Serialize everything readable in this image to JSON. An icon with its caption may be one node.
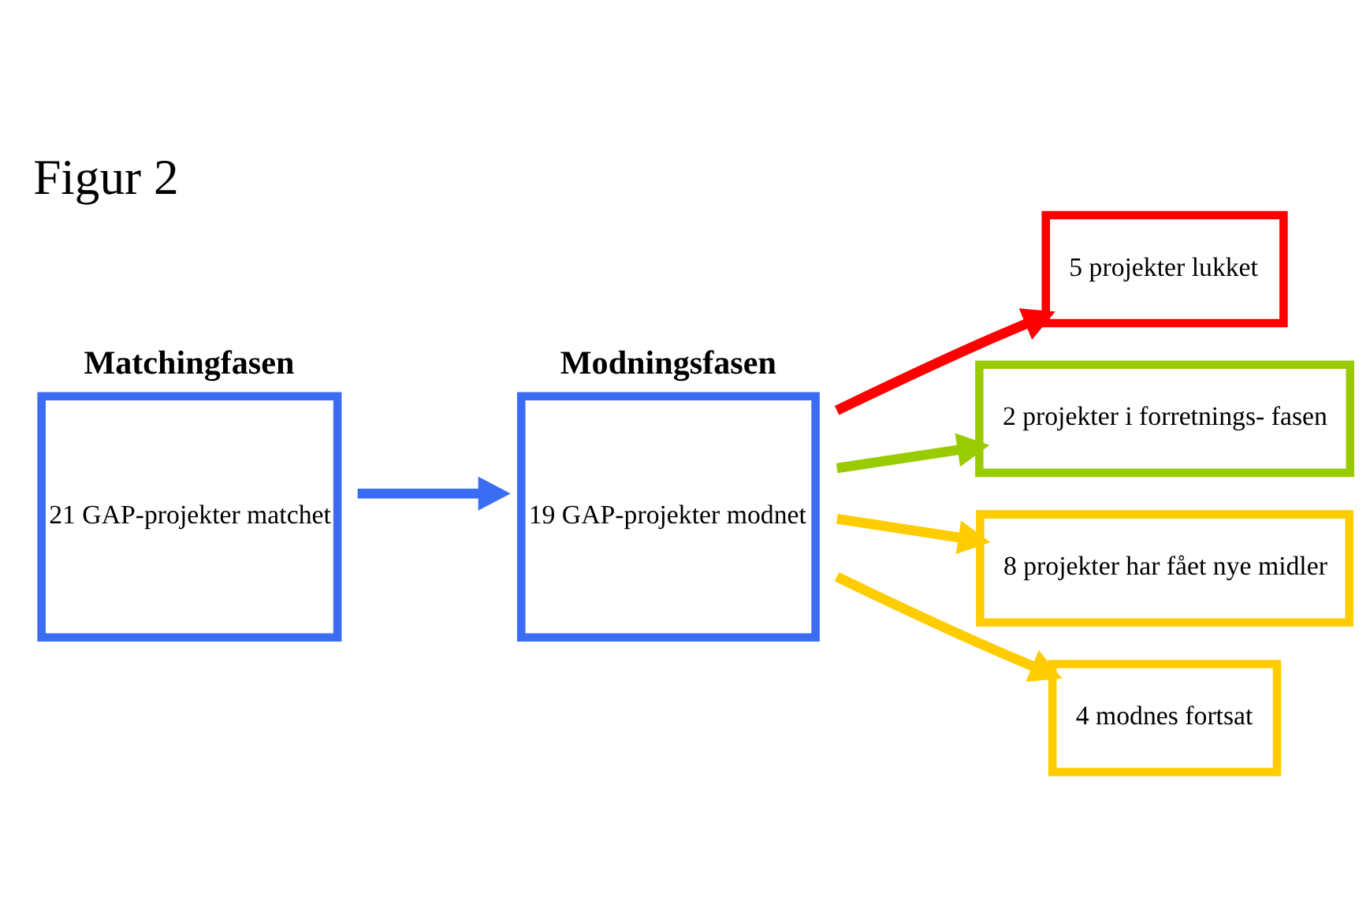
{
  "diagram": {
    "title": "Figur 2",
    "nodes": [
      {
        "text": [
          "Matchingfasen",
          "21 GAP-projekter matchet"
        ]
      },
      {
        "text": [
          "Modningsfasen",
          "19 GAP-projekter modnet"
        ]
      },
      {
        "text": [
          "5 projekter lukket"
        ]
      },
      {
        "text": [
          "2 projekter i forretnings- fasen"
        ]
      },
      {
        "text": [
          "8 projekter har fået nye midler"
        ]
      },
      {
        "text": [
          "4 modnes fortsat"
        ]
      }
    ],
    "edges": [
      {
        "from": 0,
        "to": 1,
        "arrow": "to",
        "color": "#3a6cf4"
      },
      {
        "from": 1,
        "to": 2,
        "arrow": "to",
        "color": "#ff0000"
      },
      {
        "from": 1,
        "to": 3,
        "arrow": "to",
        "color": "#99cc00"
      },
      {
        "from": 1,
        "to": 4,
        "arrow": "to",
        "color": "#ffcc00"
      },
      {
        "from": 1,
        "to": 5,
        "arrow": "to",
        "color": "#ffcc00"
      }
    ]
  }
}
